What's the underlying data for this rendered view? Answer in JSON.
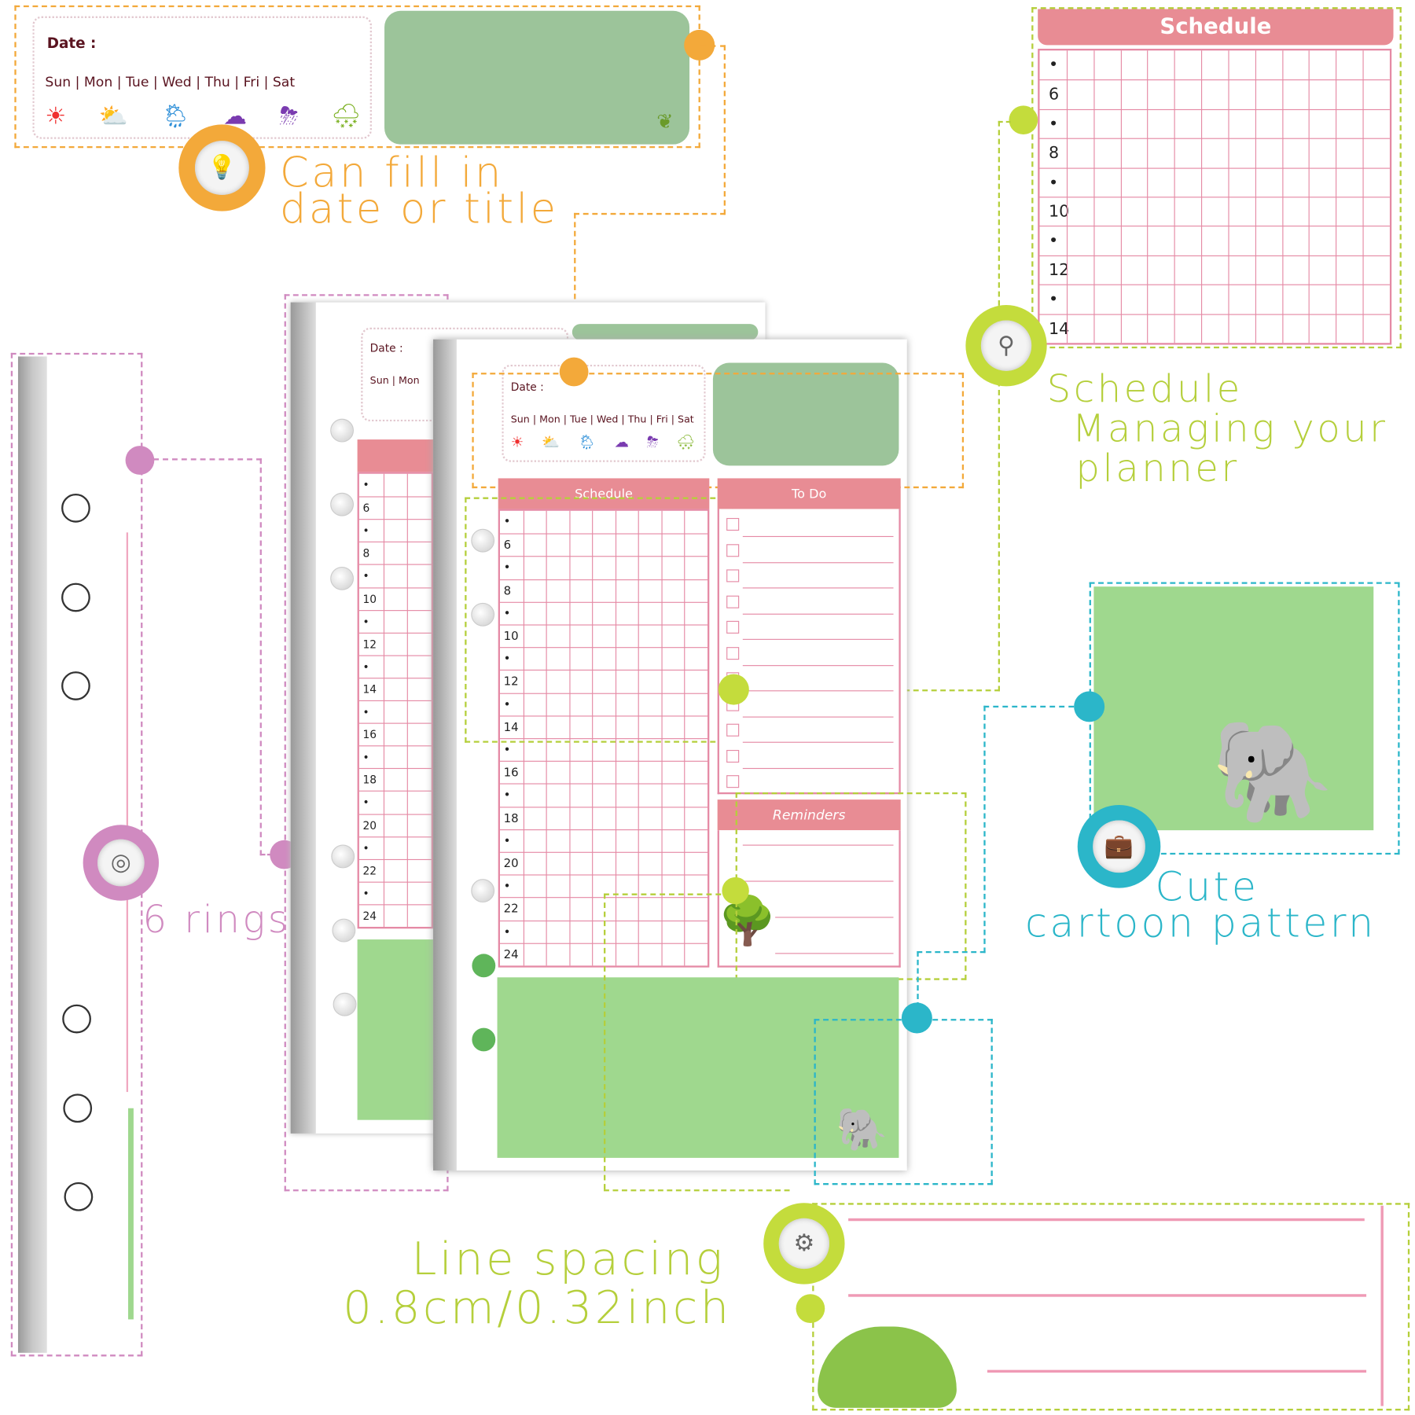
{
  "date_card": {
    "date_label": "Date :",
    "days": [
      "Sun",
      "Mon",
      "Tue",
      "Wed",
      "Thu",
      "Fri",
      "Sat"
    ],
    "separator": "|",
    "weather_icons": [
      "sun-icon",
      "partly-sunny-icon",
      "sun-rain-icon",
      "cloud-icon",
      "heavy-rain-icon",
      "cloud-snow-icon"
    ]
  },
  "callouts": {
    "fill": {
      "line1": "Can fill in",
      "line2": "date or title",
      "color": "#f3a93a",
      "icon": "lightbulb-icon"
    },
    "schedule": {
      "line1": "Schedule",
      "line2": "Managing your",
      "line3": "planner",
      "color": "#b5cf3b",
      "icon": "magnifier-icon"
    },
    "rings": {
      "line1": "6 rings",
      "color": "#d08ac0",
      "icon": "target-icon"
    },
    "cartoon": {
      "line1": "Cute",
      "line2": "cartoon pattern",
      "color": "#2bb6c9",
      "icon": "briefcase-icon"
    },
    "spacing": {
      "line1": "Line spacing",
      "line2": "0.8cm/0.32inch",
      "color": "#b5cf3b",
      "icon": "gear-icon"
    }
  },
  "schedule": {
    "title": "Schedule",
    "hours_short": [
      "•",
      "6",
      "•",
      "8",
      "•",
      "10",
      "•",
      "12",
      "•",
      "14"
    ],
    "hours": [
      "•",
      "6",
      "•",
      "8",
      "•",
      "10",
      "•",
      "12",
      "•",
      "14",
      "•",
      "16",
      "•",
      "18",
      "•",
      "20",
      "•",
      "22",
      "•",
      "24"
    ]
  },
  "todo": {
    "title": "To Do"
  },
  "reminders": {
    "title": "Reminders"
  },
  "colors": {
    "pink": "#e88c94",
    "green": "#9fd88e",
    "sage": "#9cc49a"
  }
}
